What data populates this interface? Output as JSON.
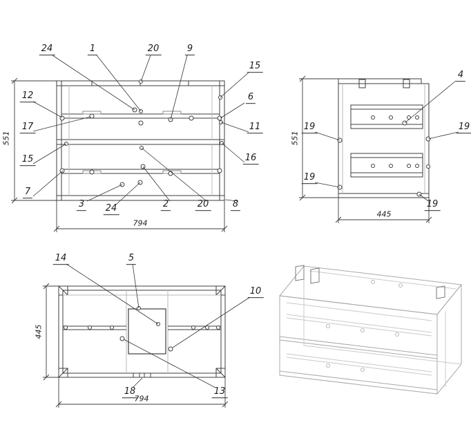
{
  "front_view": {
    "height_dim": "551",
    "width_dim": "794",
    "callouts": {
      "c24_top": "24",
      "c1": "1",
      "c20_top": "20",
      "c9": "9",
      "c15_right": "15",
      "c6": "6",
      "c12": "12",
      "c17": "17",
      "c11": "11",
      "c15_left": "15",
      "c16": "16",
      "c7": "7",
      "c3": "3",
      "c24_bottom": "24",
      "c2": "2",
      "c20_bottom": "20",
      "c8": "8"
    }
  },
  "side_view": {
    "height_dim": "551",
    "depth_dim": "445",
    "callouts": {
      "c4": "4",
      "c19_left_upper": "19",
      "c19_right": "19",
      "c19_left_lower": "19",
      "c19_bottom": "19"
    }
  },
  "plan_view": {
    "depth_dim": "445",
    "width_dim": "794",
    "callouts": {
      "c14": "14",
      "c5": "5",
      "c10": "10",
      "c18": "18",
      "c13": "13"
    }
  }
}
